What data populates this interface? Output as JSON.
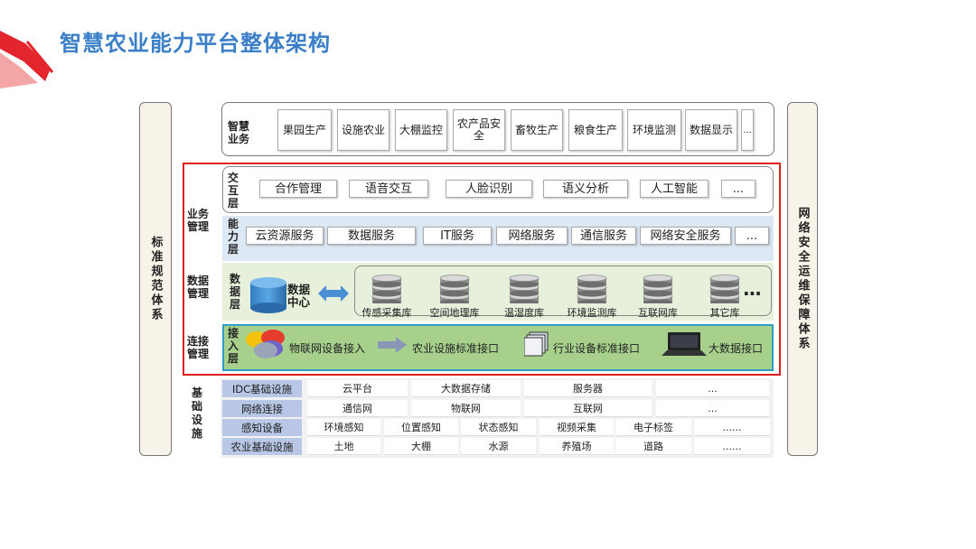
{
  "title": "智慧农业能力平台整体架构",
  "left_bar": "标准规范体系",
  "right_bar": "网络安全运维保障体系",
  "side_labels": {
    "business": "业务管理",
    "data": "数据管理",
    "connect": "连接管理",
    "infra": "基础设施"
  },
  "smart_business": {
    "label": "智慧业务",
    "items": [
      "果园生产",
      "设施农业",
      "大棚监控",
      "农产品安全",
      "畜牧生产",
      "粮食生产",
      "环境监测",
      "数据显示",
      "..."
    ]
  },
  "interaction_layer": {
    "label": "交互层",
    "items": [
      "合作管理",
      "语音交互",
      "人脸识别",
      "语义分析",
      "人工智能",
      "..."
    ]
  },
  "capability_layer": {
    "label": "能力层",
    "items": [
      "云资源服务",
      "数据服务",
      "IT服务",
      "网络服务",
      "通信服务",
      "网络安全服务",
      "..."
    ]
  },
  "data_layer": {
    "label": "数据层",
    "center": "数据中心",
    "dbs": [
      "传感采集库",
      "空间地理库",
      "温湿度库",
      "环境监测库",
      "互联网库",
      "其它库"
    ],
    "more": "..."
  },
  "access_layer": {
    "label": "接入层",
    "items": [
      "物联网设备接入",
      "农业设施标准接口",
      "行业设备标准接口",
      "大数据接口"
    ]
  },
  "infra_rows": [
    {
      "header": "IDC基础设施",
      "cells": [
        "云平台",
        "大数据存储",
        "服务器",
        "..."
      ]
    },
    {
      "header": "网络连接",
      "cells": [
        "通信网",
        "物联网",
        "互联网",
        "..."
      ]
    },
    {
      "header": "感知设备",
      "cells": [
        "环境感知",
        "位置感知",
        "状态感知",
        "视频采集",
        "电子标签",
        "......"
      ]
    },
    {
      "header": "农业基础设施",
      "cells": [
        "土地",
        "大棚",
        "水源",
        "养殖场",
        "道路",
        "......"
      ]
    }
  ],
  "colors": {
    "title": "#3a7fc8",
    "red_frame": "#e02020",
    "capability_band": "#dde8f5",
    "data_band": "#e6f0db",
    "access_band": "#a8d08d",
    "access_border": "#2e9ec2",
    "infra_header": "#b7c7e5"
  }
}
